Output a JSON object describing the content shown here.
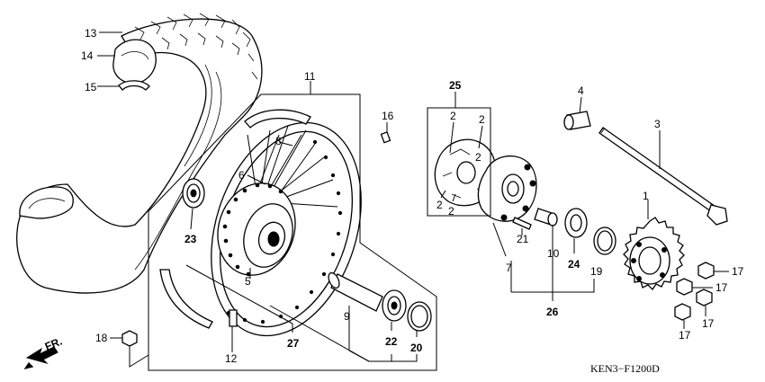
{
  "diagram": {
    "code": "KEN3−F1200D",
    "direction": "FR.",
    "callouts": [
      {
        "id": "c1",
        "label": "1",
        "bold": false
      },
      {
        "id": "c2",
        "label": "2",
        "bold": false
      },
      {
        "id": "c3",
        "label": "3",
        "bold": false
      },
      {
        "id": "c4",
        "label": "4",
        "bold": false
      },
      {
        "id": "c5",
        "label": "5",
        "bold": false
      },
      {
        "id": "c6",
        "label": "6",
        "bold": false
      },
      {
        "id": "c7",
        "label": "7",
        "bold": false
      },
      {
        "id": "c8",
        "label": "8",
        "bold": false
      },
      {
        "id": "c9",
        "label": "9",
        "bold": false
      },
      {
        "id": "c10",
        "label": "10",
        "bold": false
      },
      {
        "id": "c11",
        "label": "11",
        "bold": false
      },
      {
        "id": "c12",
        "label": "12",
        "bold": false
      },
      {
        "id": "c13",
        "label": "13",
        "bold": false
      },
      {
        "id": "c14",
        "label": "14",
        "bold": false
      },
      {
        "id": "c15",
        "label": "15",
        "bold": false
      },
      {
        "id": "c16",
        "label": "16",
        "bold": false
      },
      {
        "id": "c17",
        "label": "17",
        "bold": false
      },
      {
        "id": "c18",
        "label": "18",
        "bold": false
      },
      {
        "id": "c19",
        "label": "19",
        "bold": false
      },
      {
        "id": "c20",
        "label": "20",
        "bold": true
      },
      {
        "id": "c21",
        "label": "21",
        "bold": false
      },
      {
        "id": "c22",
        "label": "22",
        "bold": true
      },
      {
        "id": "c23",
        "label": "23",
        "bold": true
      },
      {
        "id": "c24",
        "label": "24",
        "bold": true
      },
      {
        "id": "c25",
        "label": "25",
        "bold": true
      },
      {
        "id": "c26",
        "label": "26",
        "bold": true
      },
      {
        "id": "c27",
        "label": "27",
        "bold": true
      }
    ]
  }
}
